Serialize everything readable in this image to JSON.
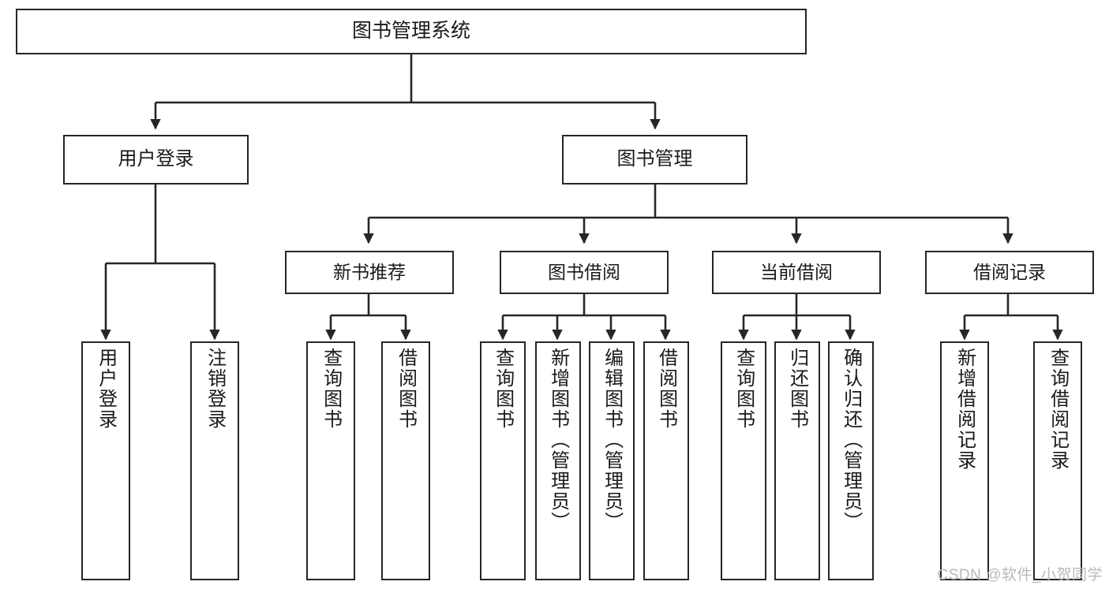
{
  "diagram": {
    "title": "图书管理系统",
    "type": "functional-decomposition-tree",
    "root": {
      "label": "图书管理系统"
    },
    "level2": [
      {
        "label": "用户登录"
      },
      {
        "label": "图书管理"
      }
    ],
    "level3": [
      {
        "label": "新书推荐"
      },
      {
        "label": "图书借阅"
      },
      {
        "label": "当前借阅"
      },
      {
        "label": "借阅记录"
      }
    ],
    "leaves": {
      "user_login": [
        {
          "label": "用户登录"
        },
        {
          "label": "注销登录"
        }
      ],
      "new_book_recommend": [
        {
          "label": "查询图书"
        },
        {
          "label": "借阅图书"
        }
      ],
      "book_borrow": [
        {
          "label": "查询图书"
        },
        {
          "label": "新增图书（管理员）"
        },
        {
          "label": "编辑图书（管理员）"
        },
        {
          "label": "借阅图书"
        }
      ],
      "current_borrow": [
        {
          "label": "查询图书"
        },
        {
          "label": "归还图书"
        },
        {
          "label": "确认归还（管理员）"
        }
      ],
      "borrow_record": [
        {
          "label": "新增借阅记录"
        },
        {
          "label": "查询借阅记录"
        }
      ]
    }
  },
  "watermark": {
    "text": "CSDN @软件_小贺同学"
  },
  "colors": {
    "border": "#262626",
    "text": "#1a1a1a",
    "background": "#ffffff",
    "watermark": "#b9b9b9"
  }
}
